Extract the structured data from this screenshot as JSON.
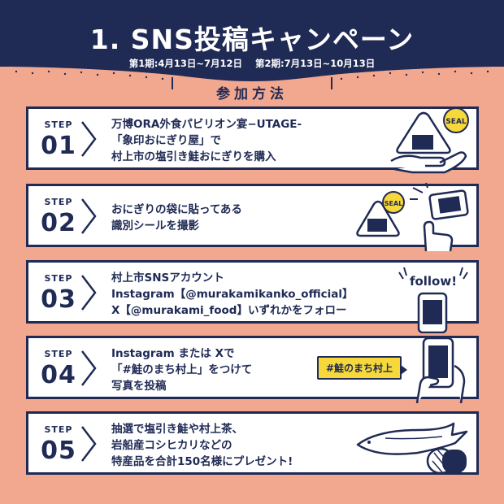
{
  "title": "1. SNS投稿キャンペーン",
  "period": {
    "phase1": "第1期:4月13日~7月12日",
    "phase2": "第2期:7月13日~10月13日"
  },
  "section_heading": "参加方法",
  "step_label": "STEP",
  "steps": [
    {
      "number": "01",
      "lines": [
        "万博ORA外食パビリオン宴−UTAGE-",
        "「象印おにぎり屋」で",
        "村上市の塩引き鮭おにぎりを購入"
      ],
      "seal": "SEAL"
    },
    {
      "number": "02",
      "lines": [
        "おにぎりの袋に貼ってある",
        "識別シールを撮影"
      ],
      "seal": "SEAL"
    },
    {
      "number": "03",
      "lines": [
        "村上市SNSアカウント",
        "Instagram【@murakamikanko_official】",
        "X【@murakami_food】いずれかをフォロー"
      ],
      "follow": "follow!"
    },
    {
      "number": "04",
      "lines": [
        "Instagram または Xで",
        "「#鮭のまち村上」をつけて",
        "写真を投稿"
      ],
      "hashtag": "#鮭のまち村上"
    },
    {
      "number": "05",
      "lines": [
        "抽選で塩引き鮭や村上茶、",
        "岩船産コシヒカリなどの",
        "特産品を合計150名様にプレゼント!"
      ]
    }
  ],
  "colors": {
    "navy": "#1f2a55",
    "background": "#f2a78f",
    "accent_yellow": "#f6d83a"
  }
}
